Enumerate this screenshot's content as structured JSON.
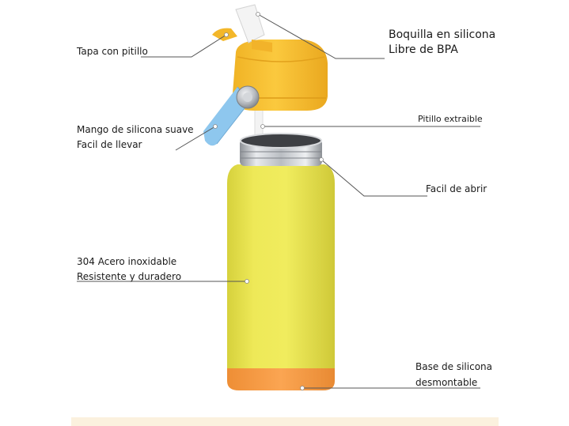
{
  "callouts": {
    "tapa": [
      "Tapa con pitillo"
    ],
    "boquilla": [
      "Boquilla en silicona",
      "Libre de BPA"
    ],
    "mango": [
      "Mango de silicona suave",
      "Facil de llevar"
    ],
    "pitillo": [
      "Pitillo extraible"
    ],
    "abrir": [
      "Facil de abrir"
    ],
    "acero": [
      "304 Acero inoxidable",
      "Resistente y duradero"
    ],
    "base": [
      "Base de silicona",
      "desmontable"
    ]
  },
  "colors": {
    "bottle_body": "#ece74e",
    "lid": "#f7c132",
    "handle": "#8cc6ec",
    "base": "#f79c45",
    "straw": "#f2f2f2",
    "steel": "#c9ccd0",
    "leader": "#555555",
    "band": "#fbf1de"
  }
}
